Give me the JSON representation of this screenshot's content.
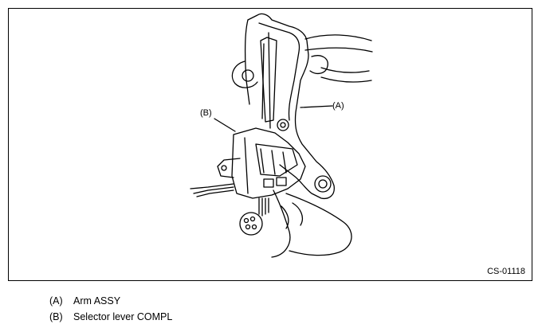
{
  "figure": {
    "callouts": [
      {
        "key": "arm",
        "label": "(A)"
      },
      {
        "key": "selector",
        "label": "(B)"
      }
    ],
    "code": "CS-01118"
  },
  "legend": [
    {
      "key": "(A)",
      "text": "Arm ASSY"
    },
    {
      "key": "(B)",
      "text": "Selector lever COMPL"
    }
  ]
}
